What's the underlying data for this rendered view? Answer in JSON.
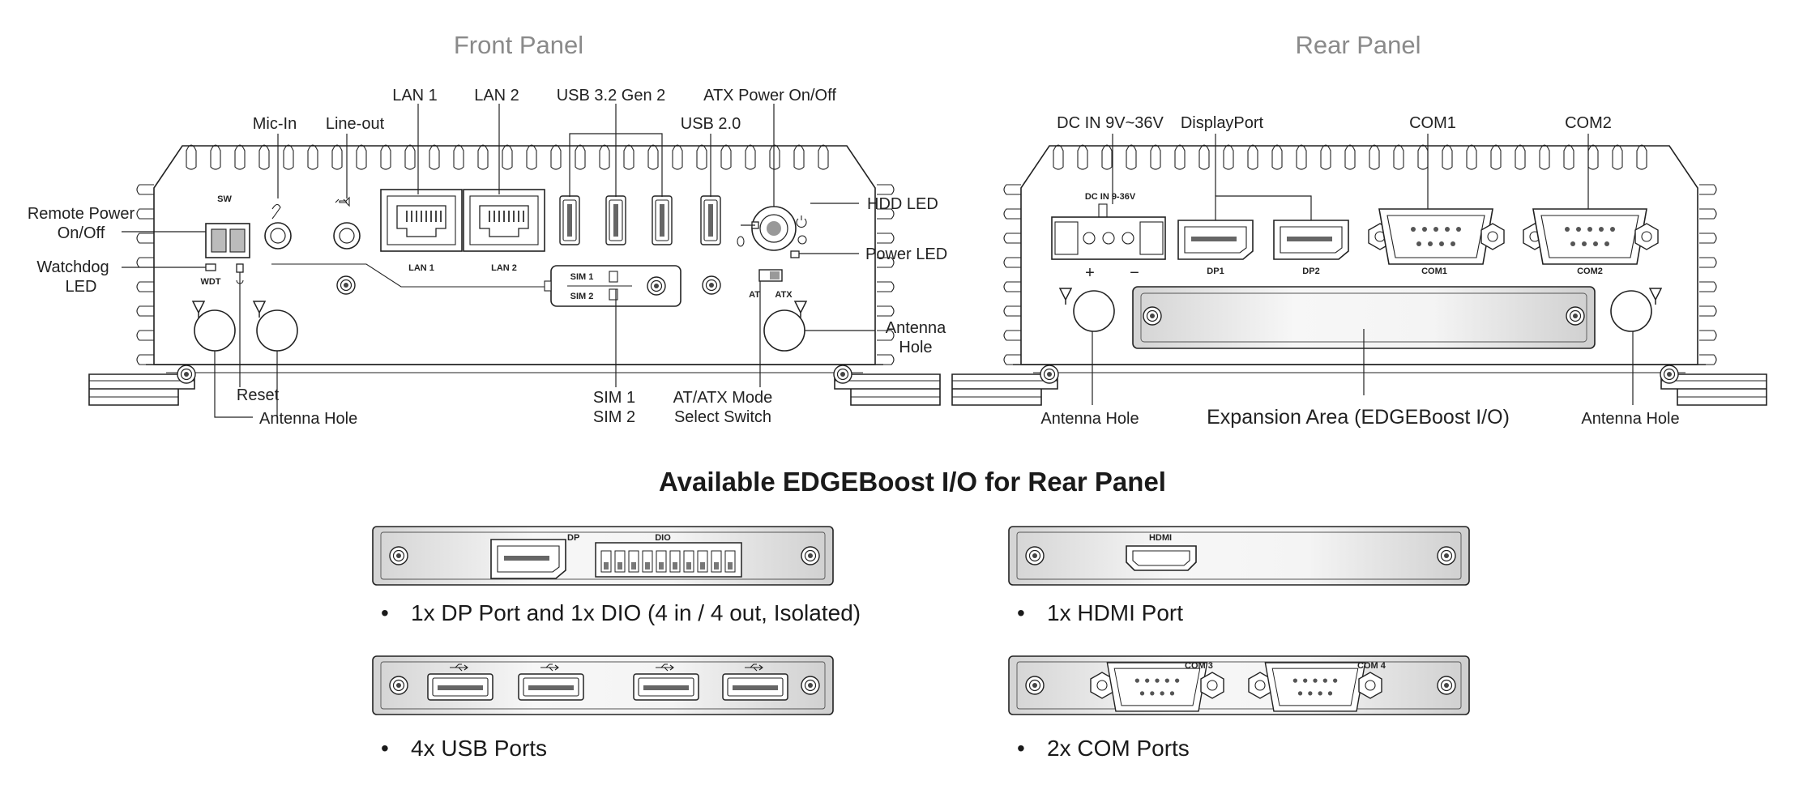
{
  "front_panel": {
    "title": "Front Panel",
    "labels": {
      "mic_in": "Mic-In",
      "line_out": "Line-out",
      "lan1": "LAN 1",
      "lan2": "LAN 2",
      "usb32": "USB 3.2 Gen 2",
      "usb20": "USB 2.0",
      "atx_power": "ATX Power On/Off",
      "remote_power_1": "Remote Power",
      "remote_power_2": "On/Off",
      "watchdog_1": "Watchdog",
      "watchdog_2": "LED",
      "hdd_led": "HDD LED",
      "power_led": "Power LED",
      "antenna_hole_r1": "Antenna",
      "antenna_hole_r2": "Hole",
      "reset": "Reset",
      "antenna_hole": "Antenna Hole",
      "sim1": "SIM 1",
      "sim2": "SIM 2",
      "at_atx_1": "AT/ATX Mode",
      "at_atx_2": "Select Switch"
    },
    "silkscreen": {
      "sw": "SW",
      "wdt": "WDT",
      "lan1": "LAN 1",
      "lan2": "LAN 2",
      "sim1": "SIM 1",
      "sim2": "SIM 2",
      "at": "AT",
      "atx": "ATX"
    }
  },
  "rear_panel": {
    "title": "Rear Panel",
    "labels": {
      "dc_in": "DC IN 9V~36V",
      "displayport": "DisplayPort",
      "com1": "COM1",
      "com2": "COM2",
      "antenna_left": "Antenna Hole",
      "expansion": "Expansion Area  (EDGEBoost I/O)",
      "antenna_right": "Antenna Hole"
    },
    "silkscreen": {
      "dc_in": "DC  IN  9-36V",
      "plus": "+",
      "minus": "−",
      "dp1": "DP1",
      "dp2": "DP2",
      "com1": "COM1",
      "com2": "COM2"
    }
  },
  "edgeboost": {
    "title": "Available EDGEBoost I/O for Rear Panel",
    "modules": [
      {
        "label": "1x DP Port and 1x DIO (4 in / 4 out, Isolated)",
        "silk_a": "DP",
        "silk_b": "DIO"
      },
      {
        "label": "1x HDMI Port",
        "silk_a": "HDMI"
      },
      {
        "label": "4x USB Ports"
      },
      {
        "label": "2x COM Ports",
        "silk_a": "COM 3",
        "silk_b": "COM 4"
      }
    ],
    "bullet": "•"
  }
}
